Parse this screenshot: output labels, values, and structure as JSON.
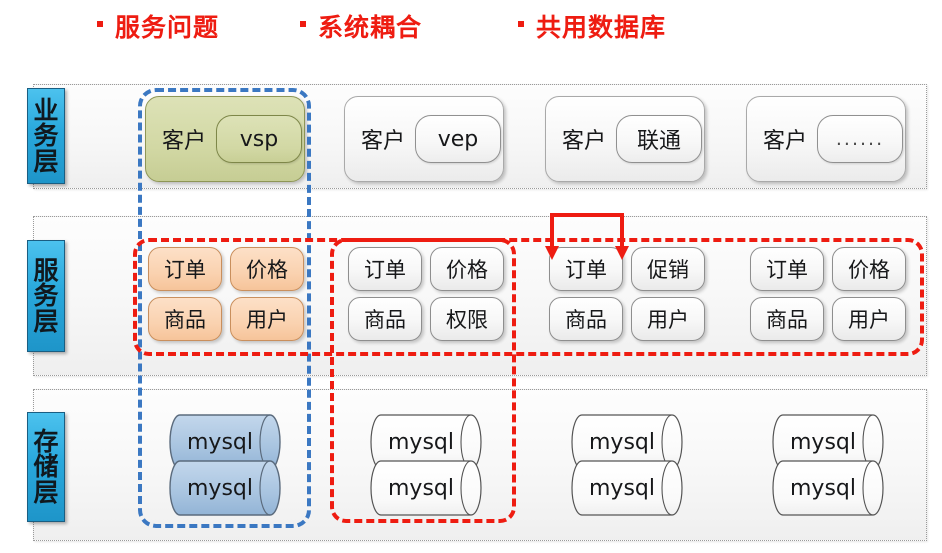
{
  "header": {
    "bullets": [
      {
        "label": "服务问题",
        "marker": "square-bullet"
      },
      {
        "label": "系统耦合",
        "marker": "square-bullet"
      },
      {
        "label": "共用数据库",
        "marker": "square-bullet"
      }
    ],
    "color": "#ee1c11"
  },
  "layers": [
    {
      "id": "business",
      "label": "业务层",
      "chars": [
        "业",
        "务",
        "层"
      ]
    },
    {
      "id": "service",
      "label": "服务层",
      "chars": [
        "服",
        "务",
        "层"
      ]
    },
    {
      "id": "storage",
      "label": "存储层",
      "chars": [
        "存",
        "储",
        "层"
      ]
    }
  ],
  "business_layer": {
    "cards": [
      {
        "prefix": "客户",
        "tag": "vsp",
        "highlight": true
      },
      {
        "prefix": "客户",
        "tag": "vep",
        "highlight": false
      },
      {
        "prefix": "客户",
        "tag": "联通",
        "highlight": false
      },
      {
        "prefix": "客户",
        "tag": "......",
        "highlight": false
      }
    ]
  },
  "service_layer": {
    "groups": [
      {
        "highlight": true,
        "items": [
          "订单",
          "价格",
          "商品",
          "用户"
        ]
      },
      {
        "highlight": false,
        "items": [
          "订单",
          "价格",
          "商品",
          "权限"
        ]
      },
      {
        "highlight": false,
        "items": [
          "订单",
          "促销",
          "商品",
          "用户"
        ]
      },
      {
        "highlight": false,
        "items": [
          "订单",
          "价格",
          "商品",
          "用户"
        ]
      }
    ]
  },
  "storage_layer": {
    "stacks": [
      {
        "highlight": true,
        "databases": [
          "mysql",
          "mysql"
        ]
      },
      {
        "highlight": false,
        "databases": [
          "mysql",
          "mysql"
        ]
      },
      {
        "highlight": false,
        "databases": [
          "mysql",
          "mysql"
        ]
      },
      {
        "highlight": false,
        "databases": [
          "mysql",
          "mysql"
        ]
      }
    ]
  },
  "annotations": {
    "blue_vertical_outline": {
      "color": "#3b78c2",
      "style": "dashed",
      "spans": "column-1-business-to-storage"
    },
    "red_service_row_outline": {
      "color": "#ee1c11",
      "style": "dashed",
      "spans": "entire-service-layer"
    },
    "red_column2_outline": {
      "color": "#ee1c11",
      "style": "dashed",
      "spans": "column-2-service-to-storage"
    },
    "red_bracket_connector": {
      "color": "#ee1c11",
      "arrows": 2,
      "target": "service-group-3"
    }
  },
  "colors": {
    "accent_red": "#ee1c11",
    "accent_blue": "#3b78c2",
    "layer_tab_blue": "#29a8dc",
    "business_highlight_green": "#d2d8a4",
    "service_highlight_orange": "#fad2b0",
    "storage_highlight_blue": "#a8c4e0"
  }
}
